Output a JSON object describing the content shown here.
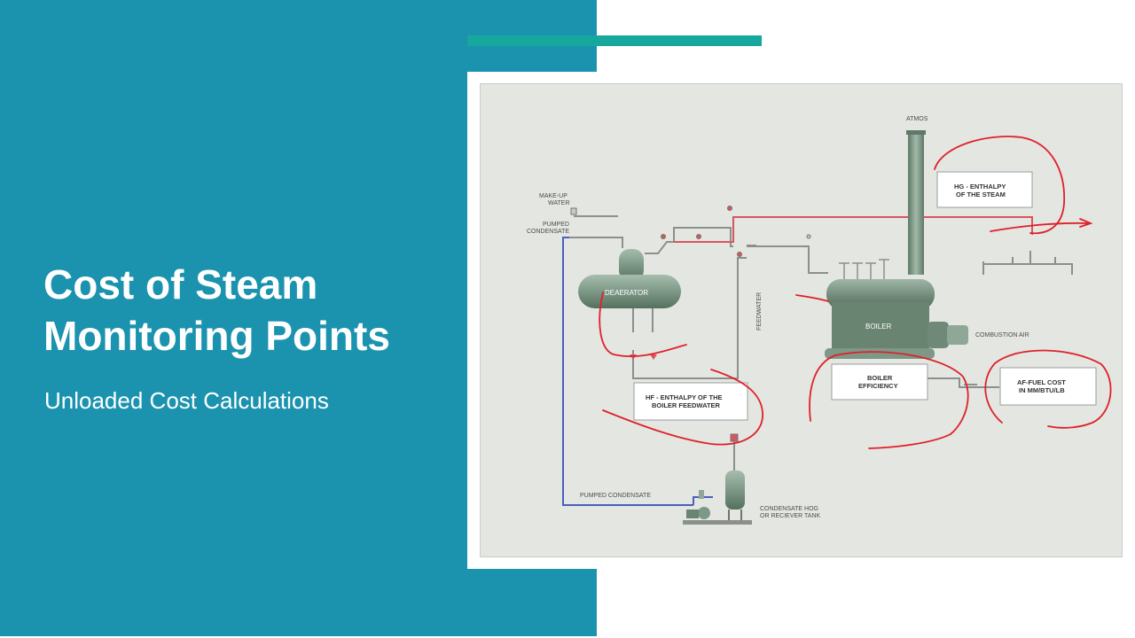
{
  "slide": {
    "title_line1": "Cost of Steam",
    "title_line2": "Monitoring Points",
    "subtitle": "Unloaded Cost Calculations"
  },
  "diagram": {
    "labels": {
      "atmos": "ATMOS",
      "makeup_line1": "MAKE-UP",
      "makeup_line2": "WATER",
      "pumped_cond_line1": "PUMPED",
      "pumped_cond_line2": "CONDENSATE",
      "deaerator": "DEAERATOR",
      "feedwater": "FEEDWATER",
      "boiler": "BOILER",
      "combustion_air": "COMBUSTION AIR",
      "pumped_condensate_bottom": "PUMPED CONDENSATE",
      "tank_line1": "CONDENSATE HOG",
      "tank_line2": "OR RECIEVER TANK"
    },
    "callouts": {
      "hg_line1": "HG - ENTHALPY",
      "hg_line2": "OF THE STEAM",
      "hf_line1": "HF - ENTHALPY OF THE",
      "hf_line2": "BOILER FEEDWATER",
      "eff_line1": "BOILER",
      "eff_line2": "EFFICIENCY",
      "af_line1": "AF-FUEL COST",
      "af_line2": "IN MM/BTU/LB"
    },
    "colors": {
      "slide_teal": "#1b93af",
      "accent_bar": "#17a89d",
      "equipment_green": "#7d9886",
      "annotation_red": "#e0202a",
      "condensate_blue": "#4a5fc0"
    }
  }
}
